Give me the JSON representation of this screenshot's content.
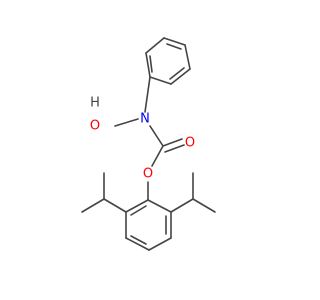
{
  "molecule": {
    "atoms": {
      "hydroxyl_h": "H",
      "hydroxyl_o": "O",
      "nitrogen": "N",
      "carbonyl_o": "O",
      "ester_o": "O"
    }
  },
  "colors": {
    "bond": "#444444",
    "oxygen": "#ff0000",
    "nitrogen": "#0000ff",
    "hydrogen": "#444444",
    "background": "#ffffff"
  }
}
